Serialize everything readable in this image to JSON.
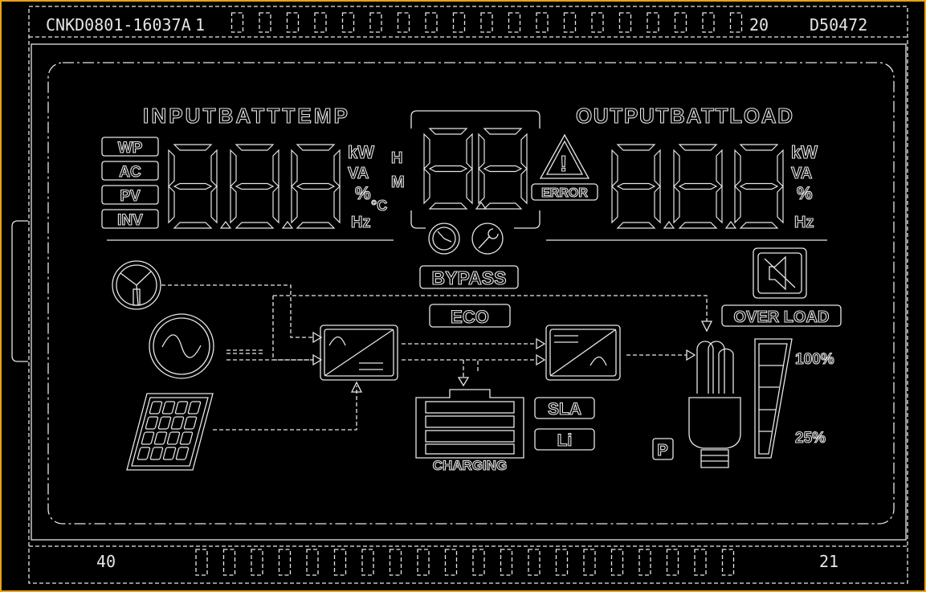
{
  "header": {
    "code": "CNKD0801-16037A",
    "pin_first": "1",
    "pin_last": "20",
    "part_no": "D50472"
  },
  "footer": {
    "pin_left": "40",
    "pin_right": "21"
  },
  "input": {
    "title": "INPUTBATTTEMP",
    "modes": [
      "WP",
      "AC",
      "PV",
      "INV"
    ],
    "units": {
      "kw": "kW",
      "va": "VA",
      "pct": "%",
      "c": "°C",
      "hz": "Hz"
    }
  },
  "center": {
    "h": "H",
    "m": "M",
    "error": "ERROR",
    "bypass": "BYPASS",
    "eco": "ECO"
  },
  "output": {
    "title": "OUTPUTBATTLOAD",
    "units": {
      "kw": "kW",
      "va": "VA",
      "pct": "%",
      "hz": "Hz"
    },
    "overload": "OVER LOAD",
    "pct_high": "100%",
    "pct_low": "25%",
    "p": "P"
  },
  "battery": {
    "sla": "SLA",
    "li": "Li",
    "charging": "CHARGING"
  },
  "colors": {
    "border": "#e8a317",
    "line": "#e6e6e6"
  }
}
